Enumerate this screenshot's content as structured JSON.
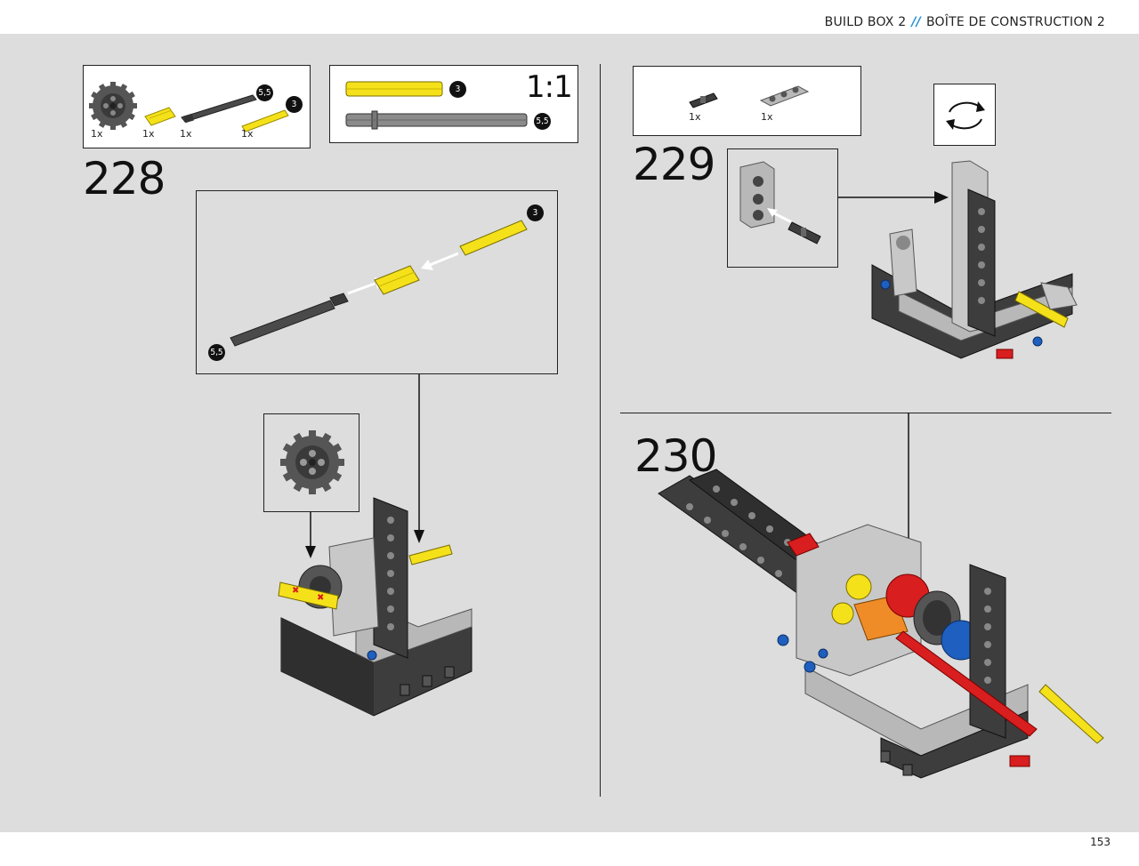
{
  "header": {
    "title_en": "BUILD BOX 2",
    "separator": "//",
    "title_fr": "BOÎTE DE CONSTRUCTION 2"
  },
  "footer": {
    "page_number": "153"
  },
  "colors": {
    "accent_blue": "#1f8fd6",
    "page_bg": "#dcdddc",
    "yellow": "#f5e11a",
    "red": "#d81e1e",
    "blue": "#1e5fbf",
    "dark_gray": "#3d3d3d",
    "light_gray": "#b8b8b8"
  },
  "parts_box_228": {
    "items": [
      {
        "icon": "gear-24-tooth-icon",
        "qty": "1x"
      },
      {
        "icon": "yellow-connector-icon",
        "qty": "1x"
      },
      {
        "icon": "dark-axle-icon",
        "qty": "1x",
        "badge": "5,5"
      },
      {
        "icon": "yellow-axle-icon",
        "qty": "1x",
        "badge": "3"
      }
    ]
  },
  "scale_box": {
    "badge_yellow": "3",
    "badge_gray": "5,5",
    "scale_label": "1:1"
  },
  "step_228": {
    "number": "228",
    "sub_badge_yellow": "3",
    "sub_badge_axle": "5,5"
  },
  "parts_box_229": {
    "items": [
      {
        "icon": "pin-connector-icon",
        "qty": "1x"
      },
      {
        "icon": "beam-3-icon",
        "qty": "1x"
      }
    ]
  },
  "step_229": {
    "number": "229",
    "rotate_icon": "rotate-model-icon"
  },
  "step_230": {
    "number": "230"
  }
}
